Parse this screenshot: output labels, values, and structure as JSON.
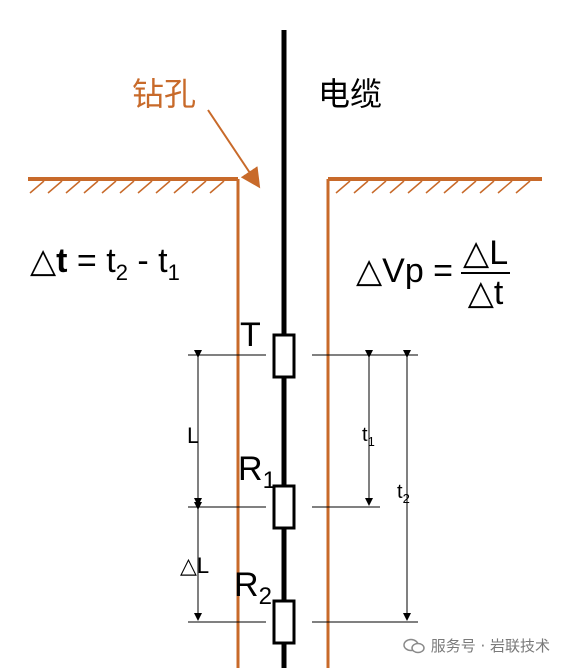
{
  "labels": {
    "borehole": "钻孔",
    "cable": "电缆",
    "transmitter": "T",
    "receiver1_main": "R",
    "receiver1_sub": "1",
    "receiver2_main": "R",
    "receiver2_sub": "2",
    "spacing_L": "L",
    "spacing_dL": "△L",
    "time_t1_main": "t",
    "time_t1_sub": "1",
    "time_t2_main": "t",
    "time_t2_sub": "2"
  },
  "formulas": {
    "left": {
      "delta": "△",
      "var": "t",
      "eq": " = t",
      "sub2": "2",
      "minus": " - t",
      "sub1": "1"
    },
    "right": {
      "lhs": "△Vp =",
      "numerator": "△L",
      "denominator": "△t"
    }
  },
  "watermark": {
    "text": "服务号 · 岩联技术"
  },
  "colors": {
    "borehole": "#c86a2a",
    "lines": "#000000",
    "watermark": "#7a7a7a"
  }
}
